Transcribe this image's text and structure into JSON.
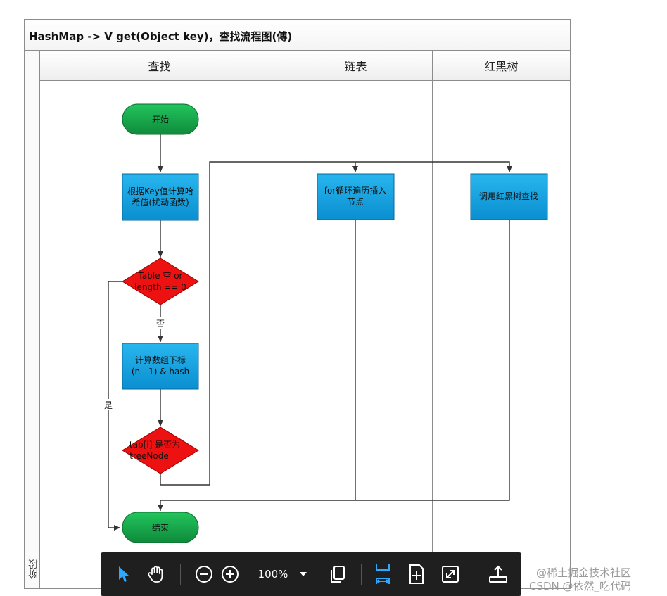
{
  "diagram": {
    "title": "HashMap ->  V get(Object key)，查找流程图(傅)",
    "lanes": [
      "查找",
      "链表",
      "红黑树"
    ],
    "stage_label": "阶段",
    "nodes": {
      "start": "开始",
      "hash": [
        "根据Key值计算哈",
        "希值(扰动函数)"
      ],
      "table_check": [
        "Table 空 or",
        "length == 0"
      ],
      "index": [
        "计算数组下标",
        "(n - 1) & hash"
      ],
      "treenode_check": [
        "tab[i] 是否为",
        "treeNode"
      ],
      "end": "结束",
      "list_loop": [
        "for循环遍历插入",
        "节点"
      ],
      "tree_find": "调用红黑树查找"
    },
    "edge_labels": {
      "no": "否",
      "yes": "是"
    },
    "colors": {
      "terminal": "#16a34a",
      "process": "#0ea5e0",
      "decision": "#ee1111"
    }
  },
  "toolbar": {
    "items": [
      "pointer-tool",
      "hand-tool",
      "zoom-out",
      "zoom-in",
      "zoom-dropdown",
      "copy",
      "fit-width",
      "fit-page",
      "fullscreen",
      "export"
    ],
    "zoom_level": "100%"
  },
  "watermarks": [
    "@稀土掘金技术社区",
    "CSDN @依然_吃代码"
  ]
}
